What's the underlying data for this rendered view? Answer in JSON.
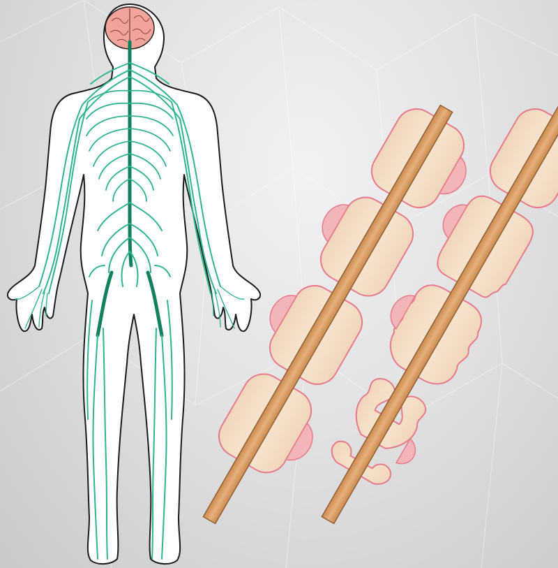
{
  "figure": {
    "panels": [
      {
        "id": "body",
        "subject": "nervous-system"
      },
      {
        "id": "healthy",
        "subject": "myelinated-axon"
      },
      {
        "id": "damaged",
        "subject": "demyelinated-axon"
      }
    ],
    "colors": {
      "background": "#d9d9d9",
      "body_fill": "#ffffff",
      "body_outline": "#1a1a1a",
      "nerve": "#2db58f",
      "nerve_dark": "#12805f",
      "brain": "#f2a49a",
      "axon": "#d69a5e",
      "myelin": "#f3dfc7",
      "myelin_edge": "#e8788a"
    }
  }
}
